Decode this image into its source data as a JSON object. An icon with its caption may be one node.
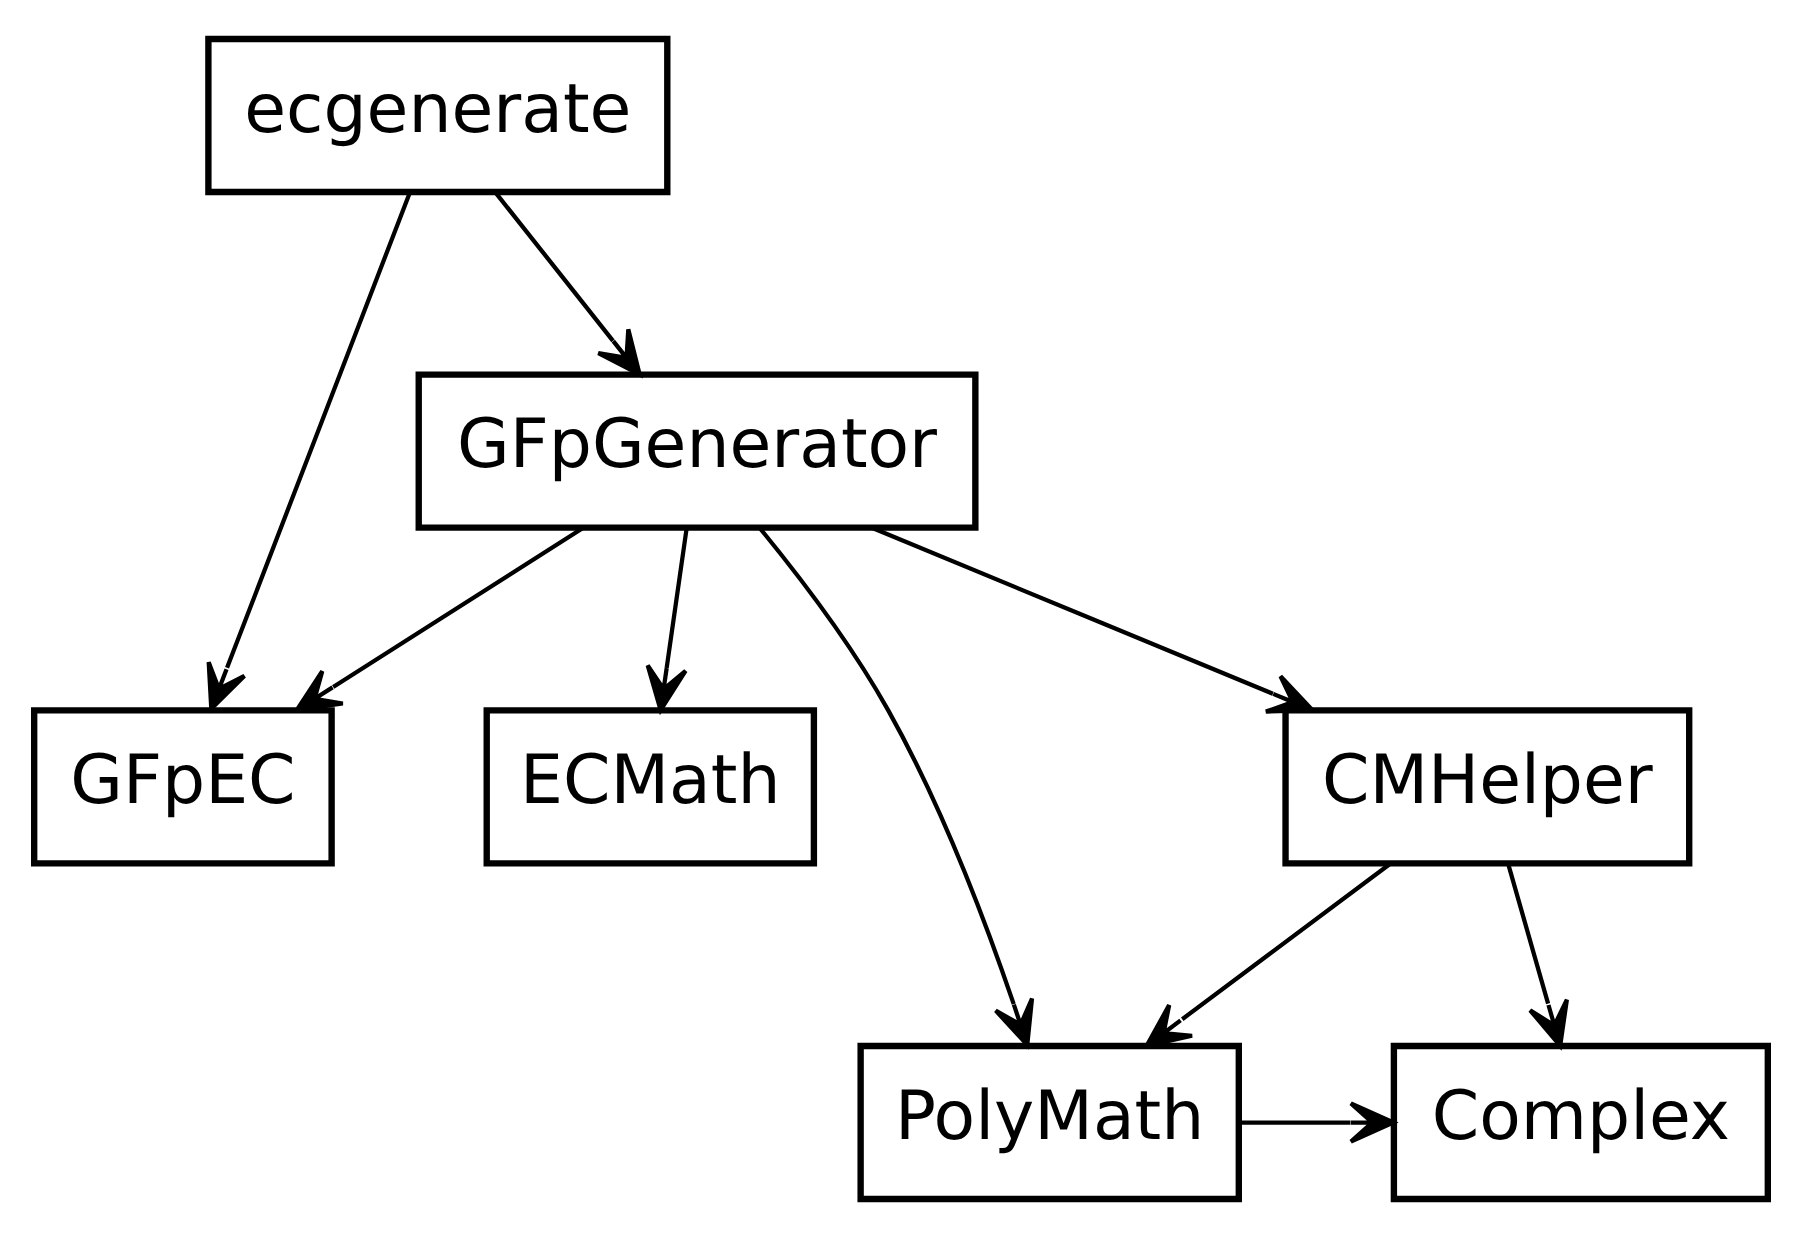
{
  "diagram": {
    "nodes": [
      {
        "text": [
          "ecgenerate"
        ]
      },
      {
        "text": [
          "GFpGenerator"
        ]
      },
      {
        "text": [
          "GFpEC"
        ]
      },
      {
        "text": [
          "CMHelper"
        ]
      },
      {
        "text": [
          "ECMath"
        ]
      },
      {
        "text": [
          "Complex"
        ]
      },
      {
        "text": [
          "PolyMath"
        ]
      }
    ],
    "edges": [
      {
        "from": 0,
        "to": 1,
        "arrow": "to"
      },
      {
        "from": 0,
        "to": 2,
        "arrow": "to"
      },
      {
        "from": 1,
        "to": 2,
        "arrow": "to"
      },
      {
        "from": 1,
        "to": 3,
        "arrow": "to"
      },
      {
        "from": 1,
        "to": 6,
        "arrow": "to"
      },
      {
        "from": 1,
        "to": 4,
        "arrow": "to"
      },
      {
        "from": 3,
        "to": 5,
        "arrow": "to"
      },
      {
        "from": 3,
        "to": 6,
        "arrow": "to"
      },
      {
        "from": 6,
        "to": 5,
        "arrow": "to"
      }
    ]
  }
}
